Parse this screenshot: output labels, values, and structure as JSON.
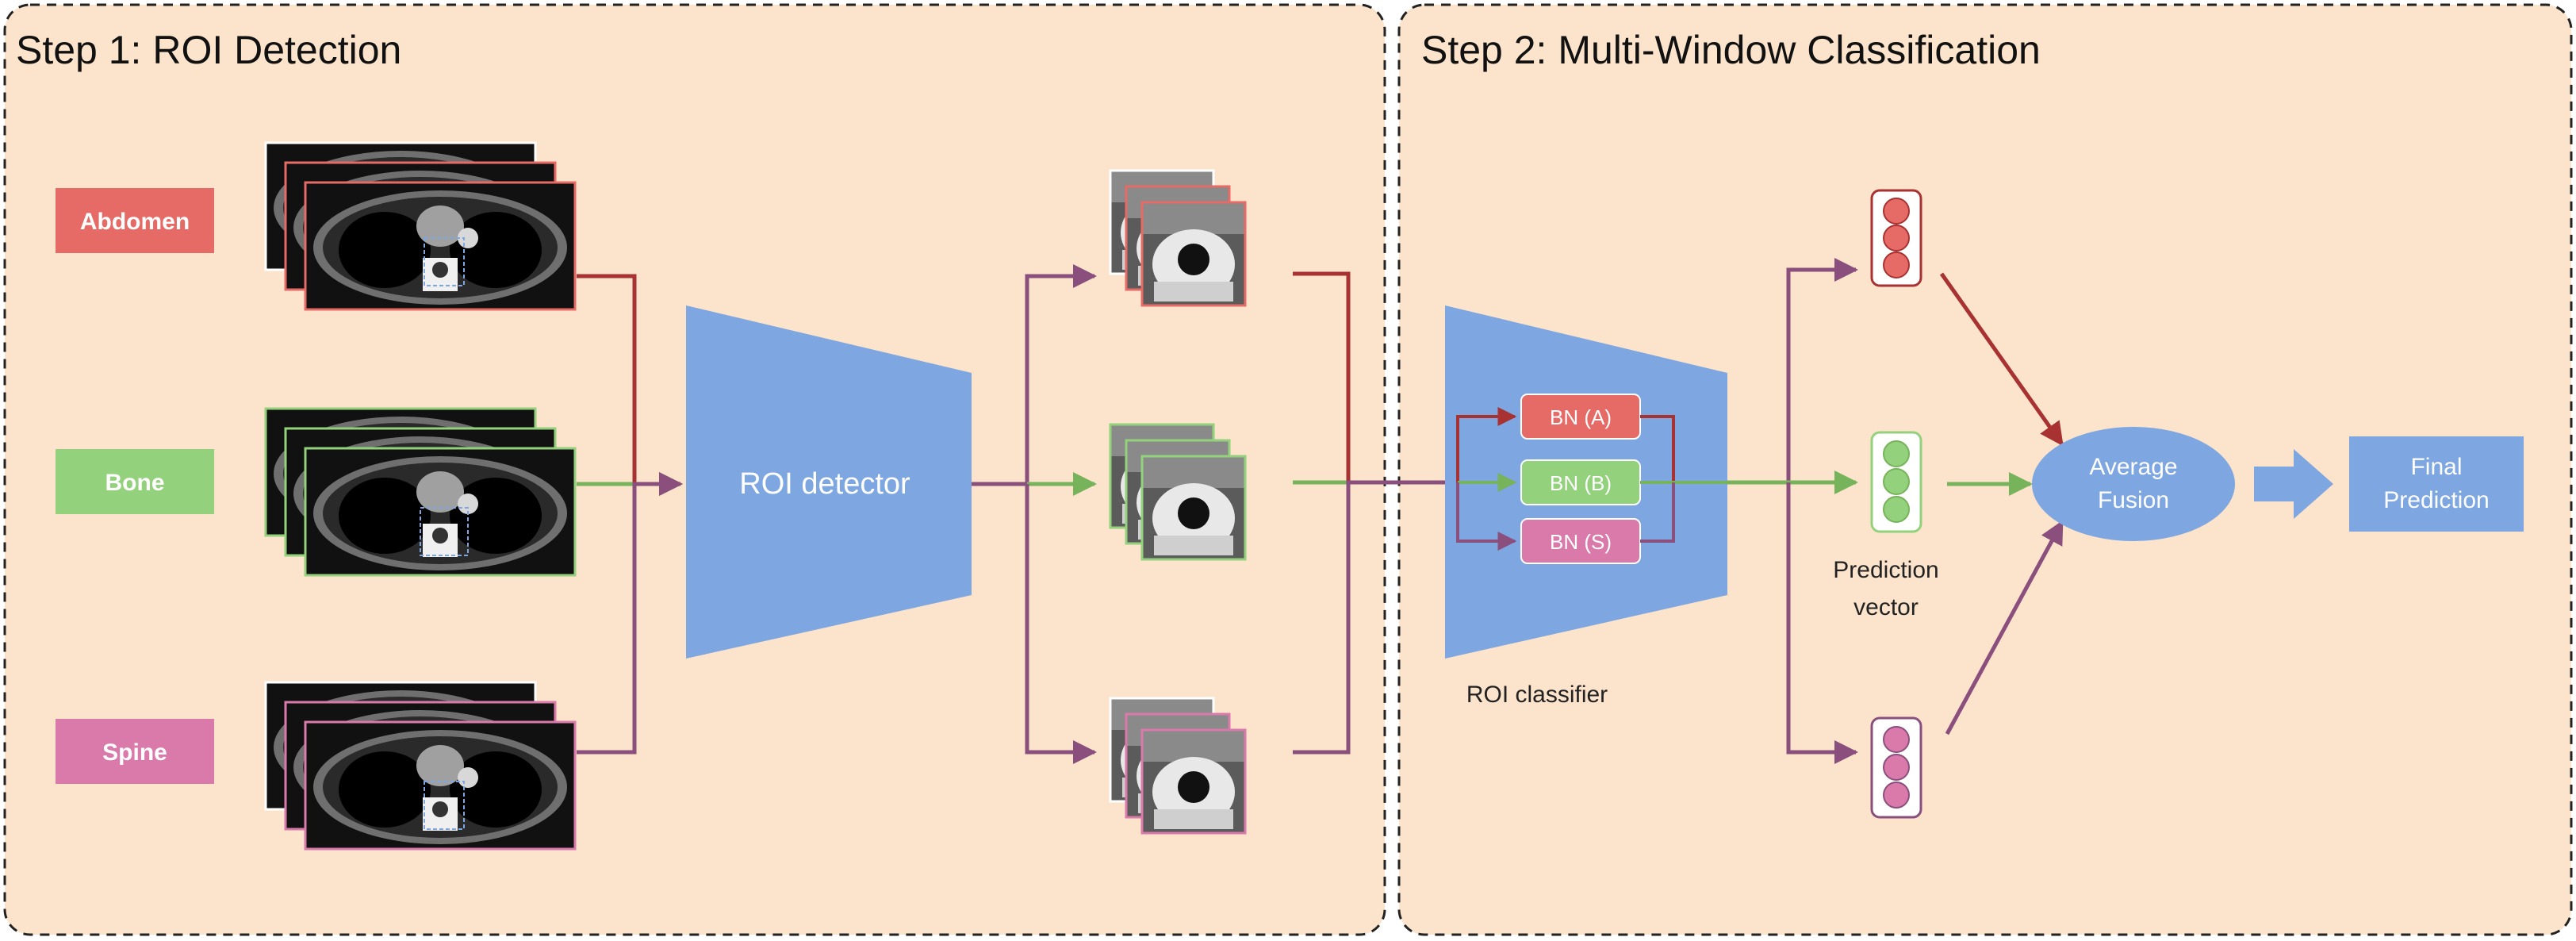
{
  "colors": {
    "panel_fill": "#fce4cc",
    "abdomen": "#e66b66",
    "bone": "#93d17c",
    "spine": "#d97aab",
    "blue": "#7ea6e0",
    "arrow_red": "#a83232",
    "arrow_green": "#76b35a",
    "arrow_purple": "#8a4f7d"
  },
  "step1": {
    "title": "Step 1: ROI Detection",
    "windows": [
      {
        "label": "Abdomen"
      },
      {
        "label": "Bone"
      },
      {
        "label": "Spine"
      }
    ],
    "detector_label": "ROI detector"
  },
  "step2": {
    "title": "Step 2: Multi-Window Classification",
    "classifier_label": "ROI classifier",
    "bn_labels": [
      "BN (A)",
      "BN (B)",
      "BN (S)"
    ],
    "prediction_vector_label": [
      "Prediction",
      "vector"
    ],
    "fusion_label": [
      "Average",
      "Fusion"
    ],
    "final_label": [
      "Final",
      "Prediction"
    ]
  }
}
